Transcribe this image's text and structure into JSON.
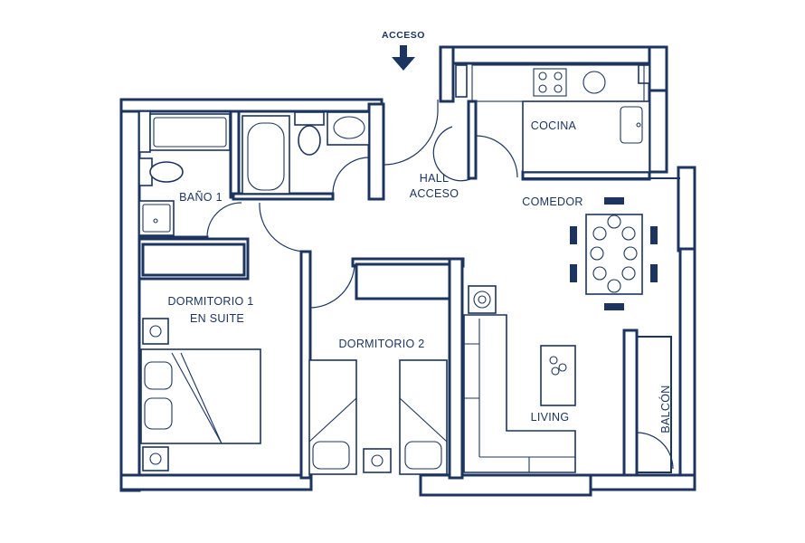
{
  "labels": {
    "acceso": "ACCESO",
    "cocina": "COCINA",
    "hall_line1": "HALL",
    "hall_line2": "ACCESO",
    "comedor": "COMEDOR",
    "bano1": "BAÑO 1",
    "dormitorio1_line1": "DORMITORIO 1",
    "dormitorio1_line2": "EN SUITE",
    "dormitorio2": "DORMITORIO 2",
    "living": "LIVING",
    "balcon": "BALCÓN"
  },
  "colors": {
    "line": "#1b3560",
    "background": "#ffffff"
  },
  "icons": {
    "entry_arrow": "arrow-down-icon"
  }
}
